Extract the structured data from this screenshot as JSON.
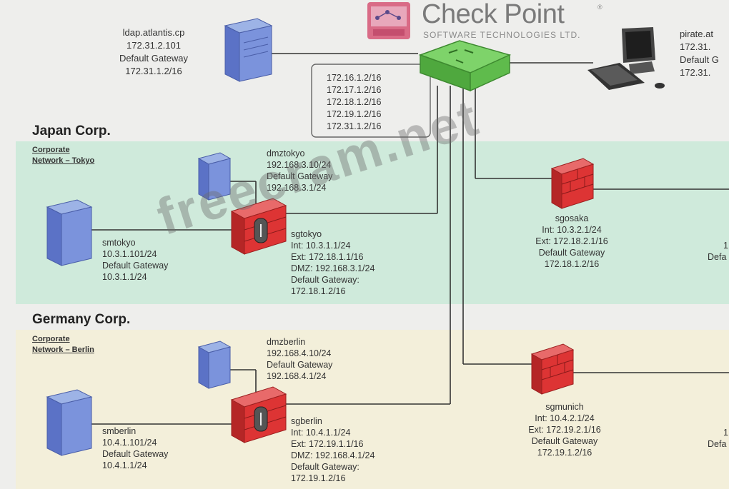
{
  "brand": {
    "name": "Check Point",
    "tagline": "SOFTWARE TECHNOLOGIES LTD.",
    "registered": "®"
  },
  "watermark": "freecram.net",
  "core_router": {
    "routes": [
      "172.16.1.2/16",
      "172.17.1.2/16",
      "172.18.1.2/16",
      "172.19.1.2/16",
      "172.31.1.2/16"
    ]
  },
  "ldap_server": {
    "name": "ldap.atlantis.cp",
    "ip": "172.31.2.101",
    "gateway_label": "Default Gateway",
    "gateway": "172.31.1.2/16"
  },
  "pirate_host": {
    "name": "pirate.at",
    "ip": "172.31.",
    "gateway_label": "Default G",
    "gateway": "172.31."
  },
  "japan": {
    "corp_title": "Japan Corp.",
    "network_line1": "Corporate",
    "network_line2": "Network – Tokyo",
    "dmz_server": {
      "name": "dmztokyo",
      "ip": "192.168.3.10/24",
      "gateway_label": "Default Gateway",
      "gateway": "192.168.3.1/24"
    },
    "mgmt_server": {
      "name": "smtokyo",
      "ip": "10.3.1.101/24",
      "gateway_label": "Default Gateway",
      "gateway": "10.3.1.1/24"
    },
    "gateway_fw": {
      "name": "sgtokyo",
      "int": "Int: 10.3.1.1/24",
      "ext": "Ext: 172.18.1.1/16",
      "dmz": "DMZ: 192.168.3.1/24",
      "gateway_label": "Default Gateway:",
      "gateway": "172.18.1.2/16"
    }
  },
  "germany": {
    "corp_title": "Germany Corp.",
    "network_line1": "Corporate",
    "network_line2": "Network – Berlin",
    "dmz_server": {
      "name": "dmzberlin",
      "ip": "192.168.4.10/24",
      "gateway_label": "Default Gateway",
      "gateway": "192.168.4.1/24"
    },
    "mgmt_server": {
      "name": "smberlin",
      "ip": "10.4.1.101/24",
      "gateway_label": "Default Gateway",
      "gateway": "10.4.1.1/24"
    },
    "gateway_fw": {
      "name": "sgberlin",
      "int": "Int: 10.4.1.1/24",
      "ext": "Ext: 172.19.1.1/16",
      "dmz": "DMZ: 192.168.4.1/24",
      "gateway_label": "Default Gateway:",
      "gateway": "172.19.1.2/16"
    }
  },
  "osaka_fw": {
    "name": "sgosaka",
    "int": "Int: 10.3.2.1/24",
    "ext": "Ext: 172.18.2.1/16",
    "gateway_label": "Default Gateway",
    "gateway": "172.18.1.2/16"
  },
  "munich_fw": {
    "name": "sgmunich",
    "int": "Int: 10.4.2.1/24",
    "ext": "Ext: 172.19.2.1/16",
    "gateway_label": "Default Gateway",
    "gateway": "172.19.1.2/16"
  },
  "edge_fragments": {
    "osaka_right_1": "1",
    "osaka_right_2": "Defa",
    "munich_right_1": "1",
    "munich_right_2": "Defa"
  }
}
